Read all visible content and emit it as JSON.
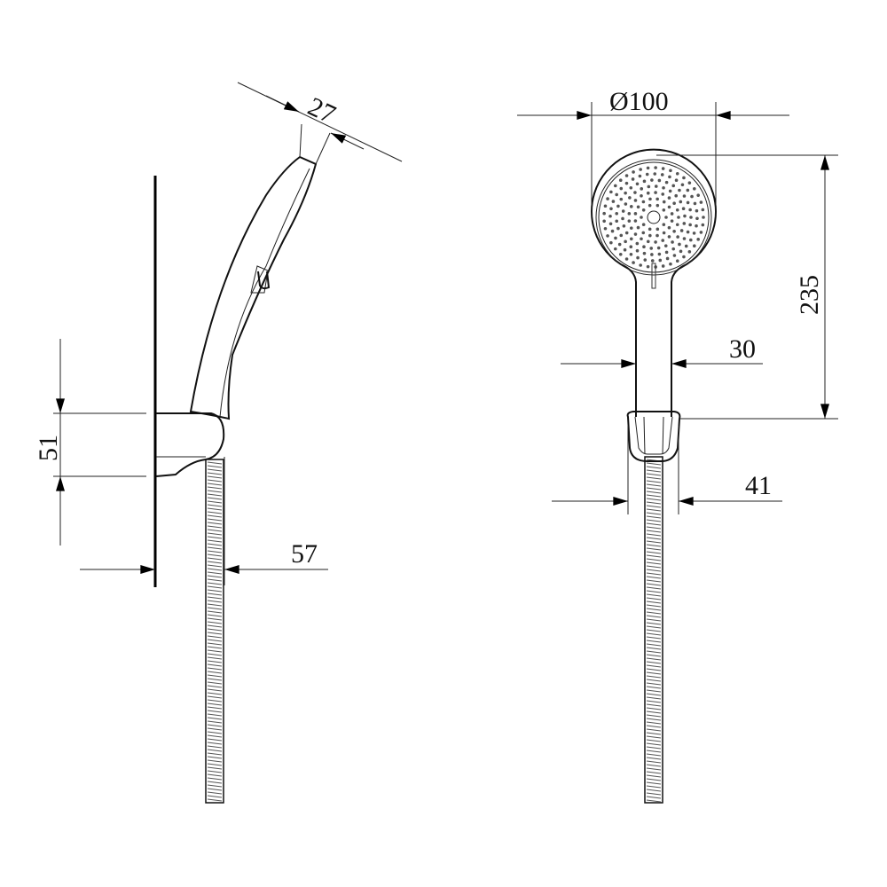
{
  "dimensions": {
    "head_thickness": "27",
    "bracket_height": "51",
    "bracket_projection": "57",
    "head_diameter": "Ø100",
    "handset_length": "235",
    "handle_width": "30",
    "holder_width": "41"
  }
}
